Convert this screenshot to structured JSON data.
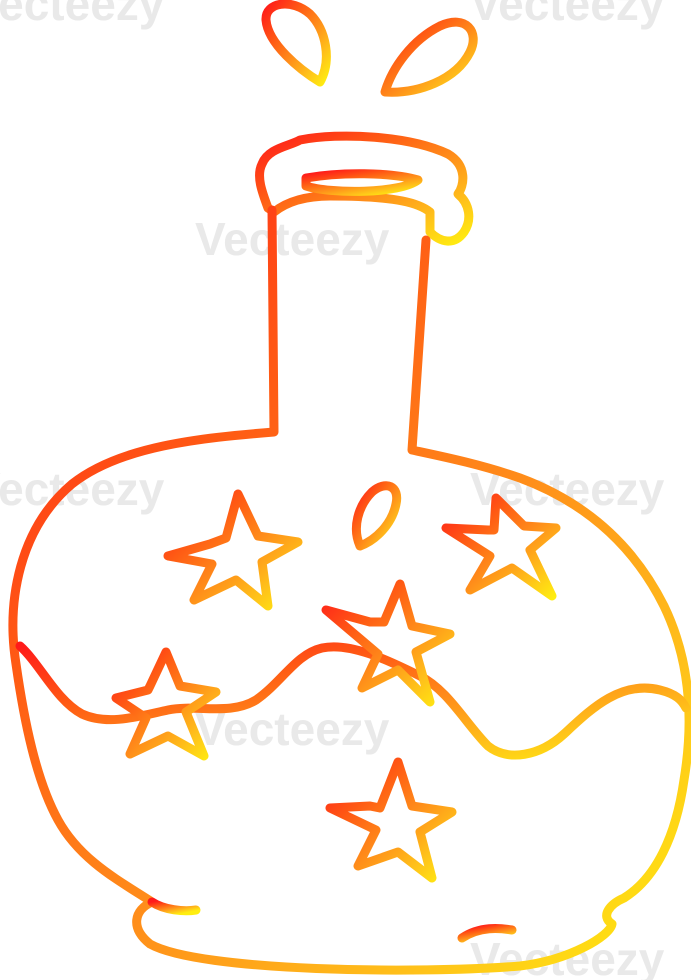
{
  "image": {
    "subject": "cartoon potion bottle with stars and splashing drops",
    "style": "line drawing with warm gradient stroke",
    "stroke_colors": [
      "#ff1a1a",
      "#ff5a14",
      "#ff8c1a",
      "#ffc21a",
      "#ffee10"
    ],
    "background": "#ffffff"
  },
  "watermark": {
    "text": "Vecteezy"
  }
}
